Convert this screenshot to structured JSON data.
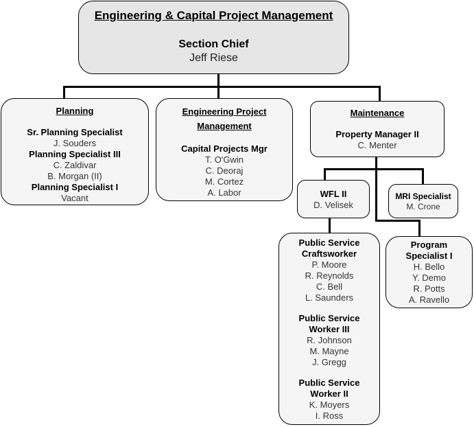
{
  "root": {
    "header": "Engineering & Capital Project Management",
    "title": "Section Chief",
    "name": "Jeff Riese"
  },
  "planning": {
    "header": "Planning",
    "groups": [
      {
        "title": "Sr. Planning Specialist",
        "names": [
          "J. Souders"
        ]
      },
      {
        "title": "Planning Specialist III",
        "names": [
          "C. Zaldivar",
          "B. Morgan (II)"
        ]
      },
      {
        "title": "Planning Specialist I",
        "names": [
          "Vacant"
        ]
      }
    ]
  },
  "epm": {
    "header_line1": "Engineering Project",
    "header_line2": "Management",
    "title": "Capital Projects Mgr",
    "names": [
      "T. O'Gwin",
      "C. Deoraj",
      "M. Cortez",
      "A. Labor"
    ]
  },
  "maintenance": {
    "header": "Maintenance",
    "title": "Property Manager II",
    "name": "C. Menter"
  },
  "wfl": {
    "title": "WFL II",
    "name": "D. Velisek"
  },
  "mri": {
    "title": "MRI Specialist",
    "name": "M. Crone"
  },
  "psw": {
    "groups": [
      {
        "title_line1": "Public Service",
        "title_line2": "Craftsworker",
        "names": [
          "P. Moore",
          "R. Reynolds",
          "C. Bell",
          "L. Saunders"
        ]
      },
      {
        "title_line1": "Public Service",
        "title_line2": "Worker III",
        "names": [
          "R. Johnson",
          "M. Mayne",
          "J. Gregg"
        ]
      },
      {
        "title_line1": "Public Service",
        "title_line2": "Worker II",
        "names": [
          "K. Moyers",
          "I. Ross"
        ]
      }
    ]
  },
  "program": {
    "title_line1": "Program",
    "title_line2": "Specialist I",
    "names": [
      "H. Bello",
      "Y. Demo",
      "R. Potts",
      "A. Ravello"
    ]
  }
}
